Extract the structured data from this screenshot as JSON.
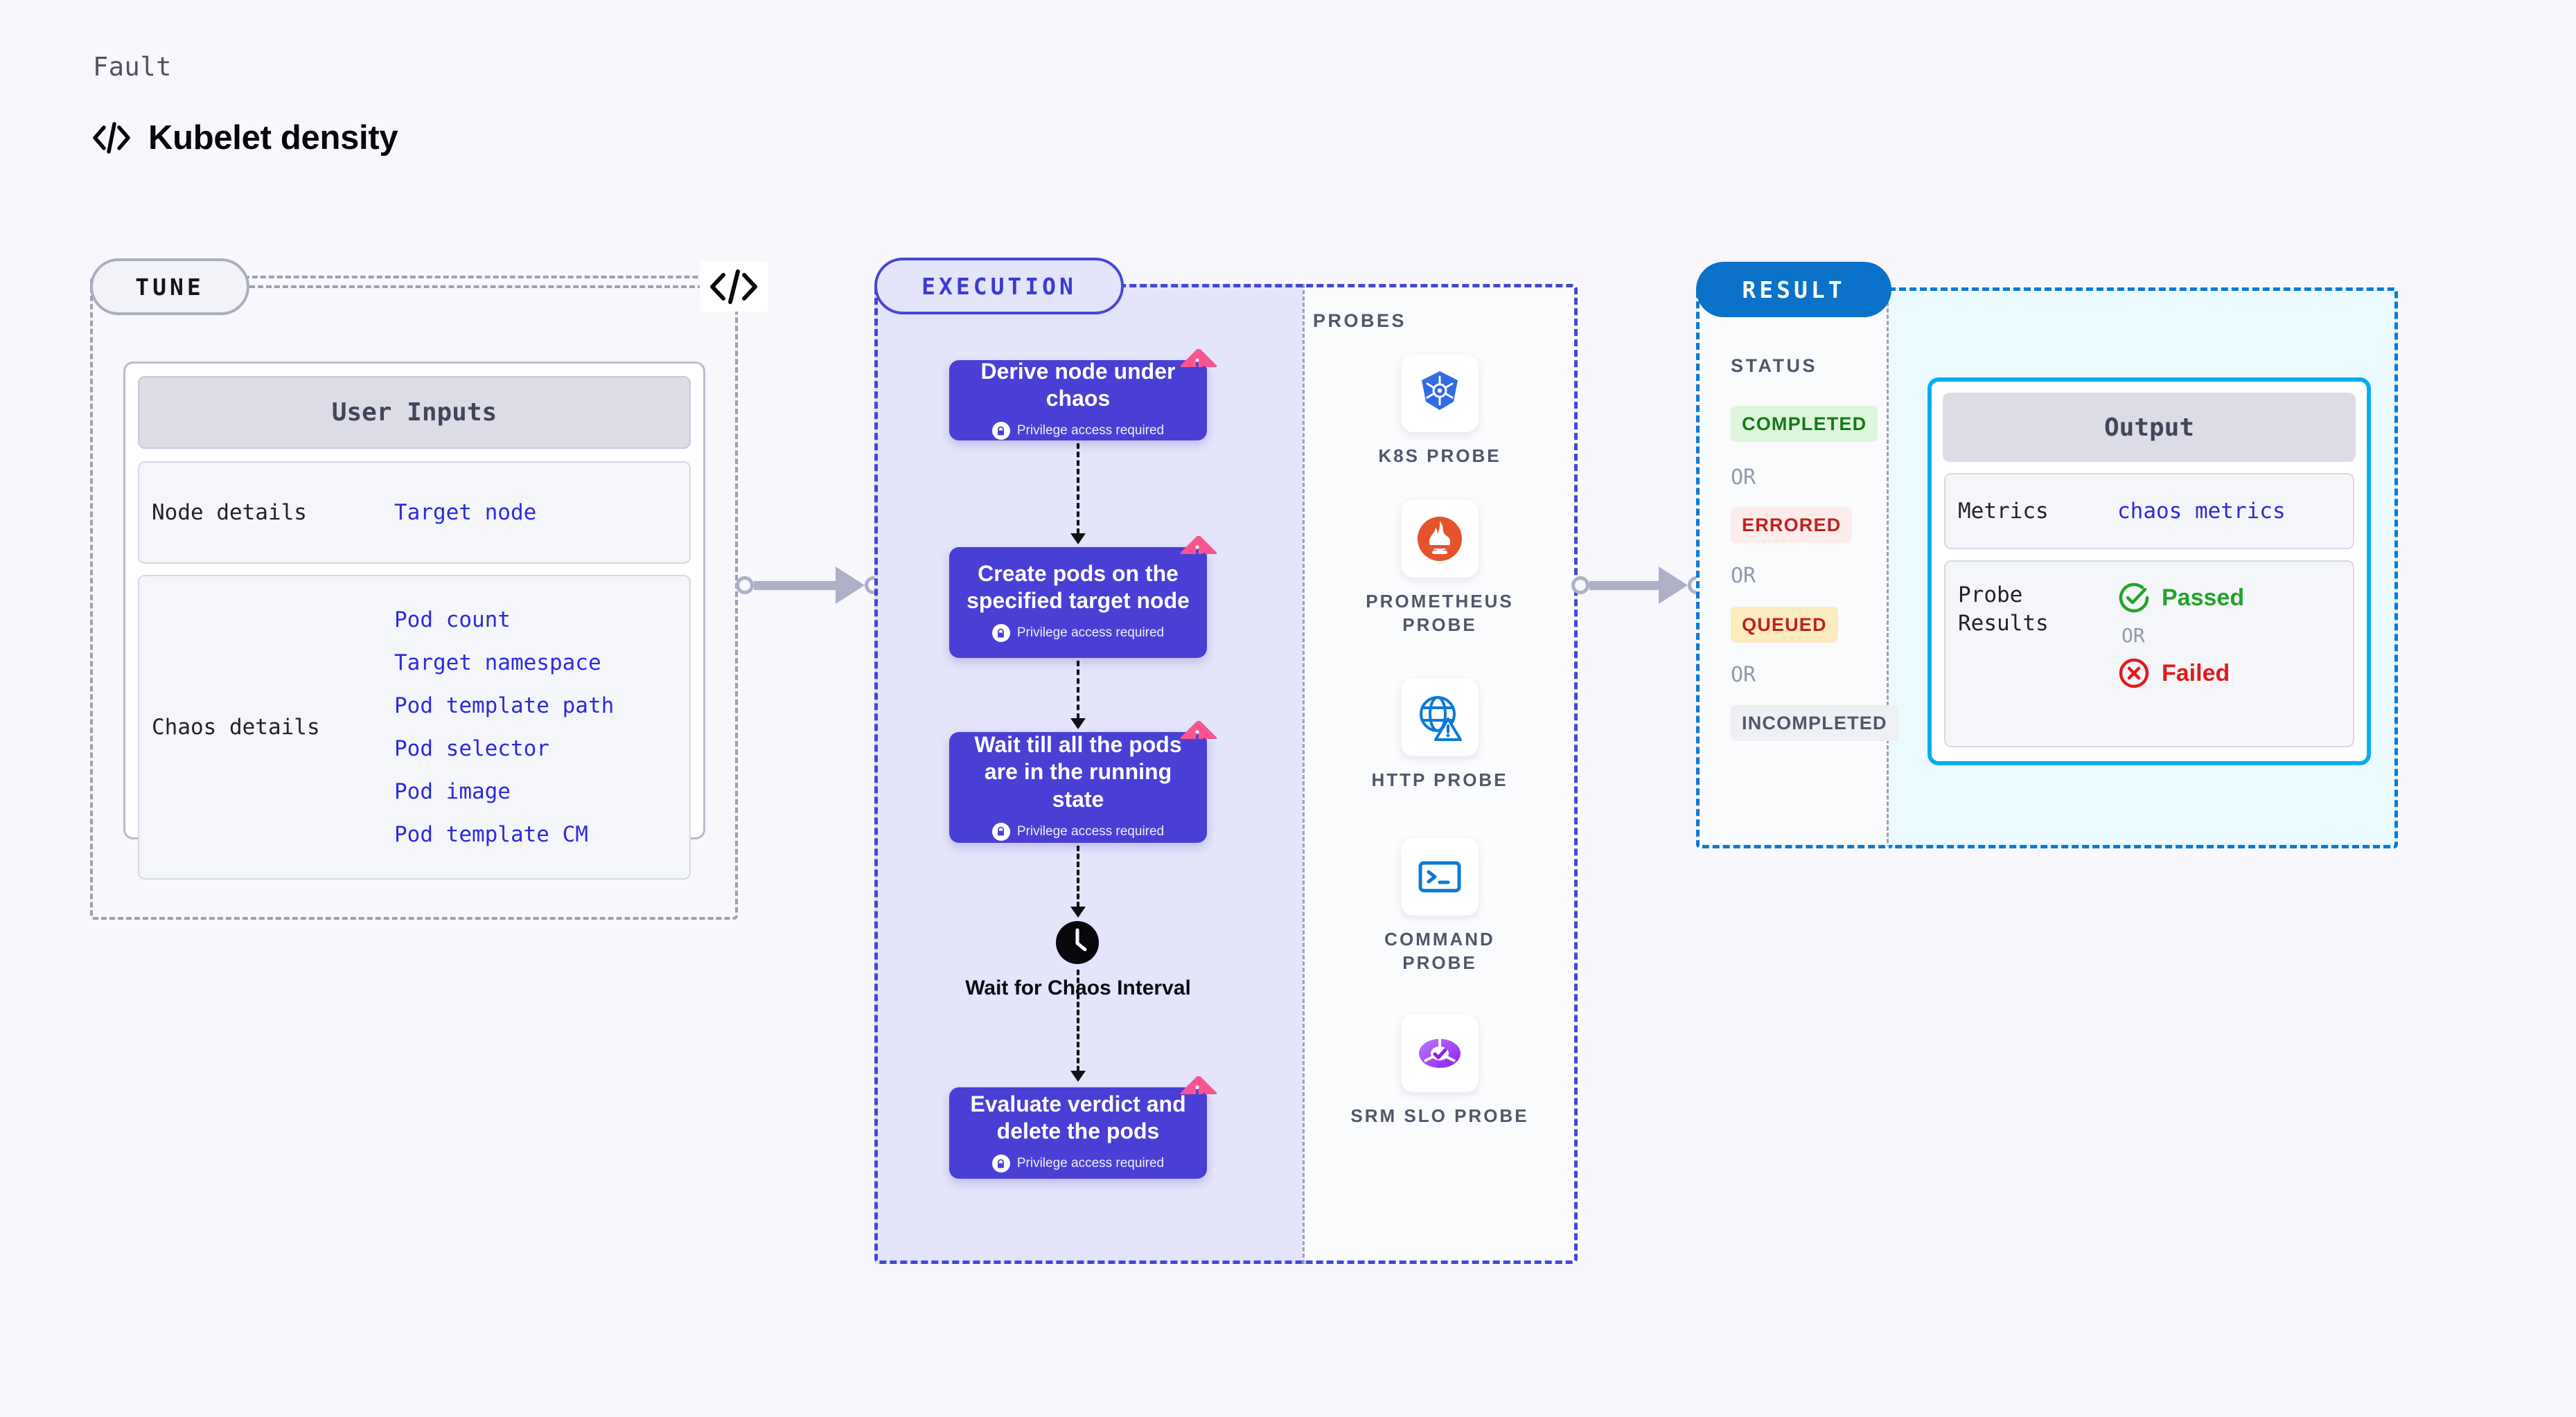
{
  "header": {
    "eyebrow": "Fault",
    "title": "Kubelet density",
    "icon": "code-brackets-icon"
  },
  "tune": {
    "pill_label": "TUNE",
    "inline_icon": "code-brackets-icon",
    "card": {
      "header": "User Inputs",
      "rows": [
        {
          "key": "Node details",
          "values": [
            "Target node"
          ]
        },
        {
          "key": "Chaos details",
          "values": [
            "Pod count",
            "Target namespace",
            "Pod template path",
            "Pod selector",
            "Pod image",
            "Pod template CM"
          ]
        }
      ]
    }
  },
  "execution": {
    "pill_label": "EXECUTION",
    "privilege_note": "Privilege access required",
    "nodes": [
      {
        "title": "Derive node under chaos",
        "privileged": true
      },
      {
        "title": "Create pods on the specified target node",
        "privileged": true
      },
      {
        "title": "Wait till all the pods are in the running state",
        "privileged": true
      },
      {
        "title": "Evaluate verdict and delete the pods",
        "privileged": true
      }
    ],
    "wait": {
      "label": "Wait for Chaos Interval",
      "icon": "clock-icon"
    },
    "probes_label": "PROBES",
    "probes": [
      {
        "label": "K8S PROBE",
        "icon": "kubernetes-icon"
      },
      {
        "label": "PROMETHEUS PROBE",
        "icon": "prometheus-icon"
      },
      {
        "label": "HTTP PROBE",
        "icon": "globe-warning-icon"
      },
      {
        "label": "COMMAND PROBE",
        "icon": "terminal-icon"
      },
      {
        "label": "SRM SLO PROBE",
        "icon": "srm-slo-icon"
      }
    ]
  },
  "result": {
    "pill_label": "RESULT",
    "status_label": "STATUS",
    "or_label": "OR",
    "statuses": [
      {
        "label": "COMPLETED",
        "bg": "#ddf6dc",
        "fg": "#157a16"
      },
      {
        "label": "ERRORED",
        "bg": "#fdecec",
        "fg": "#c2201b"
      },
      {
        "label": "QUEUED",
        "bg": "#fdecc0",
        "fg": "#c2201b"
      },
      {
        "label": "INCOMPLETED",
        "bg": "#eef0f4",
        "fg": "#52566a"
      }
    ],
    "output": {
      "header": "Output",
      "metrics_key": "Metrics",
      "metrics_value": "chaos metrics",
      "probe_results_key": "Probe Results",
      "passed_label": "Passed",
      "failed_label": "Failed",
      "or_label": "OR"
    }
  },
  "colors": {
    "page_bg": "#f7f7fc",
    "tune_border": "#9ba0b0",
    "execution_accent": "#4646d6",
    "execution_bg": "#e4e4fb",
    "node_fill": "#4a3fd4",
    "result_accent": "#0a72c8",
    "result_bg": "#eafaff",
    "output_border": "#00aeef",
    "link_text": "#2b2bdd",
    "harness_mark": "#f9548f"
  }
}
